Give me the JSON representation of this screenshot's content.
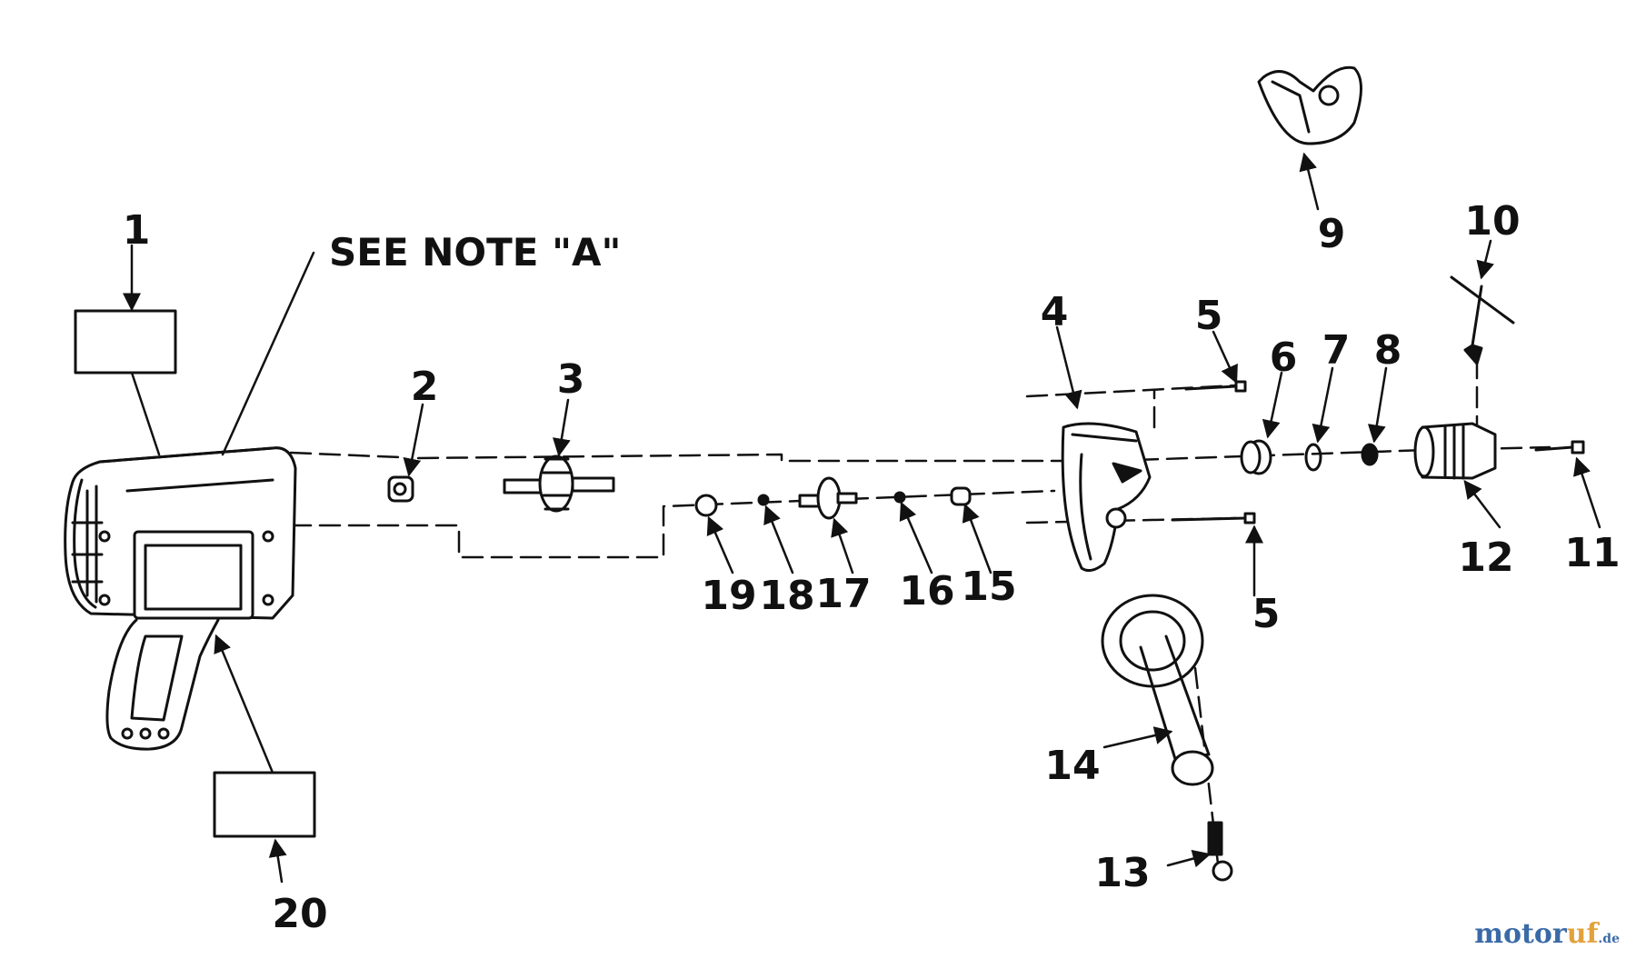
{
  "note": "SEE NOTE \"A\"",
  "labels": {
    "p1": "1",
    "p2": "2",
    "p3": "3",
    "p4": "4",
    "p5a": "5",
    "p5b": "5",
    "p6": "6",
    "p7": "7",
    "p8": "8",
    "p9": "9",
    "p10": "10",
    "p11": "11",
    "p12": "12",
    "p13": "13",
    "p14": "14",
    "p15": "15",
    "p16": "16",
    "p17": "17",
    "p18": "18",
    "p19": "19",
    "p20": "20"
  },
  "watermark": {
    "part1": "motor",
    "part2": "uf",
    "suffix": ".de"
  }
}
